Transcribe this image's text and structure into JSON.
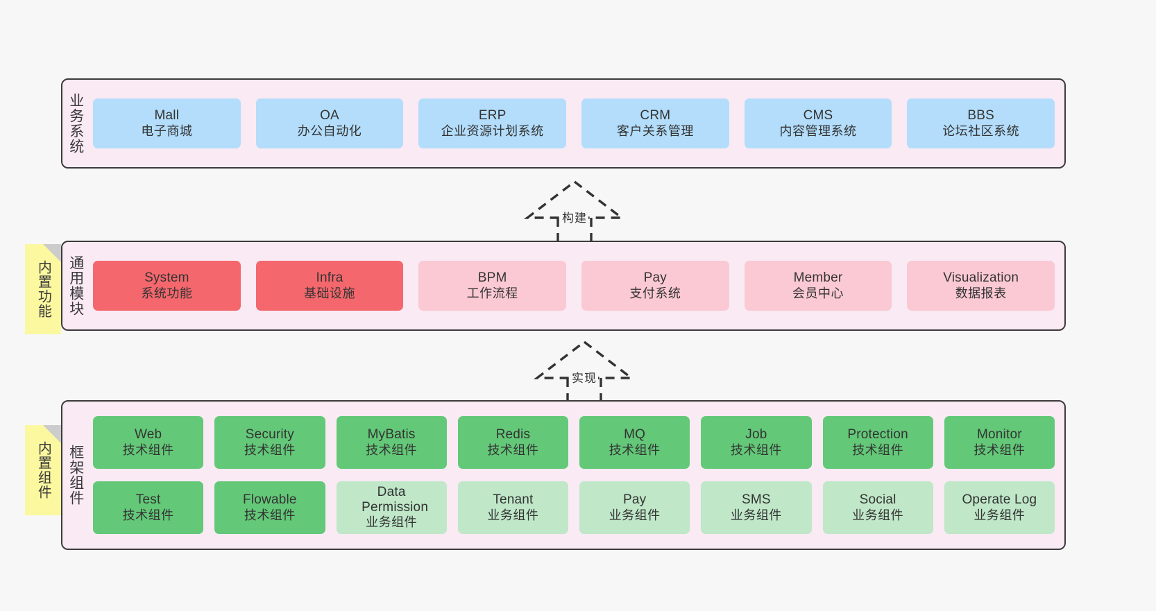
{
  "diagram": {
    "background_color": "#f7f7f7",
    "panel_color": "#f9eaf4",
    "panel_border_color": "#3b3b3b",
    "note_color": "#fbf8a0",
    "note_fold_color": "#cccccc"
  },
  "notes": [
    {
      "label": "内置功能"
    },
    {
      "label": "内置组件"
    }
  ],
  "arrows": [
    {
      "label": "构建",
      "style": "dashed-hollow-triangle",
      "direction": "up"
    },
    {
      "label": "实现",
      "style": "dashed-hollow-triangle",
      "direction": "up"
    }
  ],
  "layers": [
    {
      "title": "业务系统",
      "rows": [
        {
          "cards": [
            {
              "en": "Mall",
              "cn": "电子商城",
              "color": "#b3ddfb"
            },
            {
              "en": "OA",
              "cn": "办公自动化",
              "color": "#b3ddfb"
            },
            {
              "en": "ERP",
              "cn": "企业资源计划系统",
              "color": "#b3ddfb"
            },
            {
              "en": "CRM",
              "cn": "客户关系管理",
              "color": "#b3ddfb"
            },
            {
              "en": "CMS",
              "cn": "内容管理系统",
              "color": "#b3ddfb"
            },
            {
              "en": "BBS",
              "cn": "论坛社区系统",
              "color": "#b3ddfb"
            }
          ]
        }
      ]
    },
    {
      "title": "通用模块",
      "rows": [
        {
          "cards": [
            {
              "en": "System",
              "cn": "系统功能",
              "color": "#f4676d"
            },
            {
              "en": "Infra",
              "cn": "基础设施",
              "color": "#f4676d"
            },
            {
              "en": "BPM",
              "cn": "工作流程",
              "color": "#fbc9d4"
            },
            {
              "en": "Pay",
              "cn": "支付系统",
              "color": "#fbc9d4"
            },
            {
              "en": "Member",
              "cn": "会员中心",
              "color": "#fbc9d4"
            },
            {
              "en": "Visualization",
              "cn": "数据报表",
              "color": "#fbc9d4"
            }
          ]
        }
      ]
    },
    {
      "title": "框架组件",
      "rows": [
        {
          "cards": [
            {
              "en": "Web",
              "cn": "技术组件",
              "color": "#63c878"
            },
            {
              "en": "Security",
              "cn": "技术组件",
              "color": "#63c878"
            },
            {
              "en": "MyBatis",
              "cn": "技术组件",
              "color": "#63c878"
            },
            {
              "en": "Redis",
              "cn": "技术组件",
              "color": "#63c878"
            },
            {
              "en": "MQ",
              "cn": "技术组件",
              "color": "#63c878"
            },
            {
              "en": "Job",
              "cn": "技术组件",
              "color": "#63c878"
            },
            {
              "en": "Protection",
              "cn": "技术组件",
              "color": "#63c878"
            },
            {
              "en": "Monitor",
              "cn": "技术组件",
              "color": "#63c878"
            }
          ]
        },
        {
          "cards": [
            {
              "en": "Test",
              "cn": "技术组件",
              "color": "#63c878"
            },
            {
              "en": "Flowable",
              "cn": "技术组件",
              "color": "#63c878"
            },
            {
              "en": "Data Permission",
              "cn": "业务组件",
              "color": "#bfe7c8"
            },
            {
              "en": "Tenant",
              "cn": "业务组件",
              "color": "#bfe7c8"
            },
            {
              "en": "Pay",
              "cn": "业务组件",
              "color": "#bfe7c8"
            },
            {
              "en": "SMS",
              "cn": "业务组件",
              "color": "#bfe7c8"
            },
            {
              "en": "Social",
              "cn": "业务组件",
              "color": "#bfe7c8"
            },
            {
              "en": "Operate Log",
              "cn": "业务组件",
              "color": "#bfe7c8"
            }
          ]
        }
      ]
    }
  ]
}
